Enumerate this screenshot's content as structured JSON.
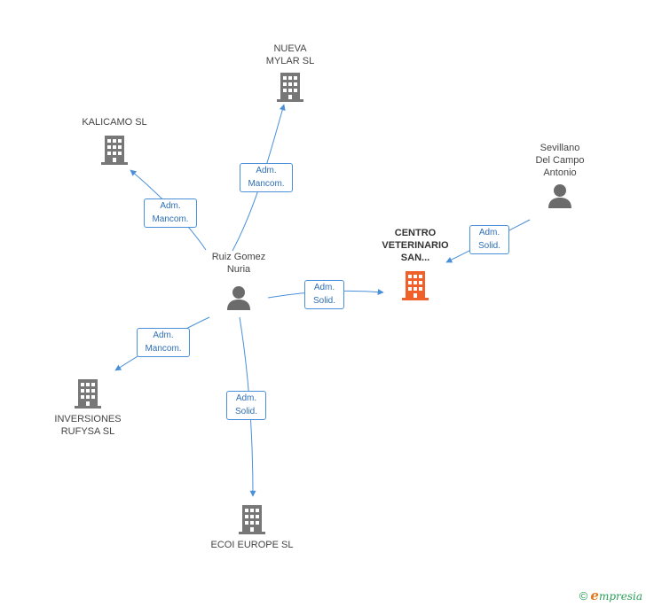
{
  "colors": {
    "edge": "#4a90d9",
    "company_icon": "#777777",
    "focus_icon": "#f0602a",
    "person_icon": "#6b6b6b"
  },
  "nodes": {
    "nueva_mylar": {
      "label": "NUEVA\nMYLAR SL",
      "icon": "building-icon"
    },
    "kalicamo": {
      "label": "KALICAMO SL",
      "icon": "building-icon"
    },
    "sevillano": {
      "label": "Sevillano\nDel Campo\nAntonio",
      "icon": "person-icon"
    },
    "centro": {
      "label": "CENTRO\nVETERINARIO\nSAN...",
      "icon": "building-icon"
    },
    "ruiz": {
      "label": "Ruiz Gomez\nNuria",
      "icon": "person-icon"
    },
    "inversiones": {
      "label": "INVERSIONES\nRUFYSA SL",
      "icon": "building-icon"
    },
    "ecoi": {
      "label": "ECOI EUROPE SL",
      "icon": "building-icon"
    }
  },
  "edges": {
    "ruiz_nueva": "Adm.\nMancom.",
    "ruiz_kalicamo": "Adm.\nMancom.",
    "sevillano_centro": "Adm.\nSolid.",
    "ruiz_centro": "Adm.\nSolid.",
    "ruiz_inversiones": "Adm.\nMancom.",
    "ruiz_ecoi": "Adm.\nSolid."
  },
  "footer": {
    "copyright": "©",
    "brand_first": "e",
    "brand_rest": "mpresia"
  }
}
